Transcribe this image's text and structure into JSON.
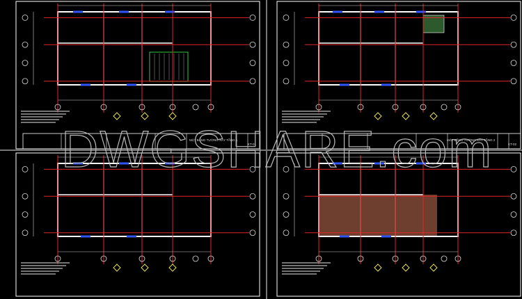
{
  "watermark": "DWGSHARE.com",
  "colors": {
    "background": "#000000",
    "grid": "#e0262b",
    "walls": "#ffffff",
    "windows": "#2f55ff",
    "hatch_green": "#2ecc40",
    "hatch_brown": "#8a4f3a"
  },
  "sheets": [
    {
      "title": "MẶT BẰNG TƯỜNG XÂY TẦNG 1",
      "code": "KT-01"
    },
    {
      "title": "MẶT BẰNG TƯỜNG XÂY TẦNG 2",
      "code": "KT-02"
    },
    {
      "title": "",
      "code": ""
    },
    {
      "title": "",
      "code": ""
    }
  ]
}
